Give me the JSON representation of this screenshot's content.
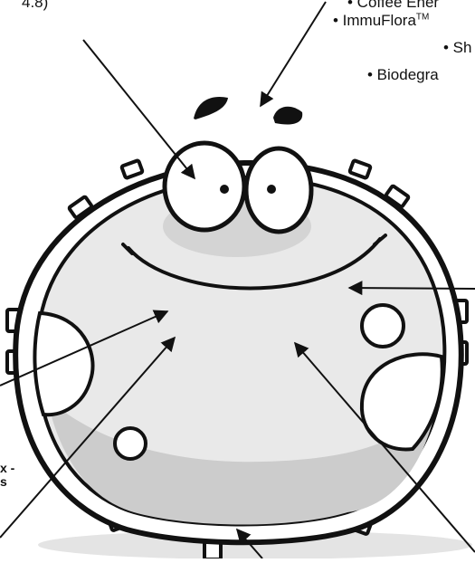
{
  "labels": {
    "top_left_fragment": "4.8)",
    "list_line_1": "• Coffee Ener",
    "list_line_2_prefix": "• ImmuFlora",
    "list_line_2_sup": "TM",
    "list_line_3": "• Sh",
    "list_line_4": "• Biodegra",
    "left_fragment_1": "x -",
    "left_fragment_2": "s"
  },
  "colors": {
    "outline": "#111111",
    "cell_body": "#e9e9e9",
    "cell_shadow": "#c9c9c9",
    "cell_wall": "#ffffff",
    "background": "#ffffff"
  },
  "icons": {
    "mascot": "cartoon-bacterium-icon"
  }
}
